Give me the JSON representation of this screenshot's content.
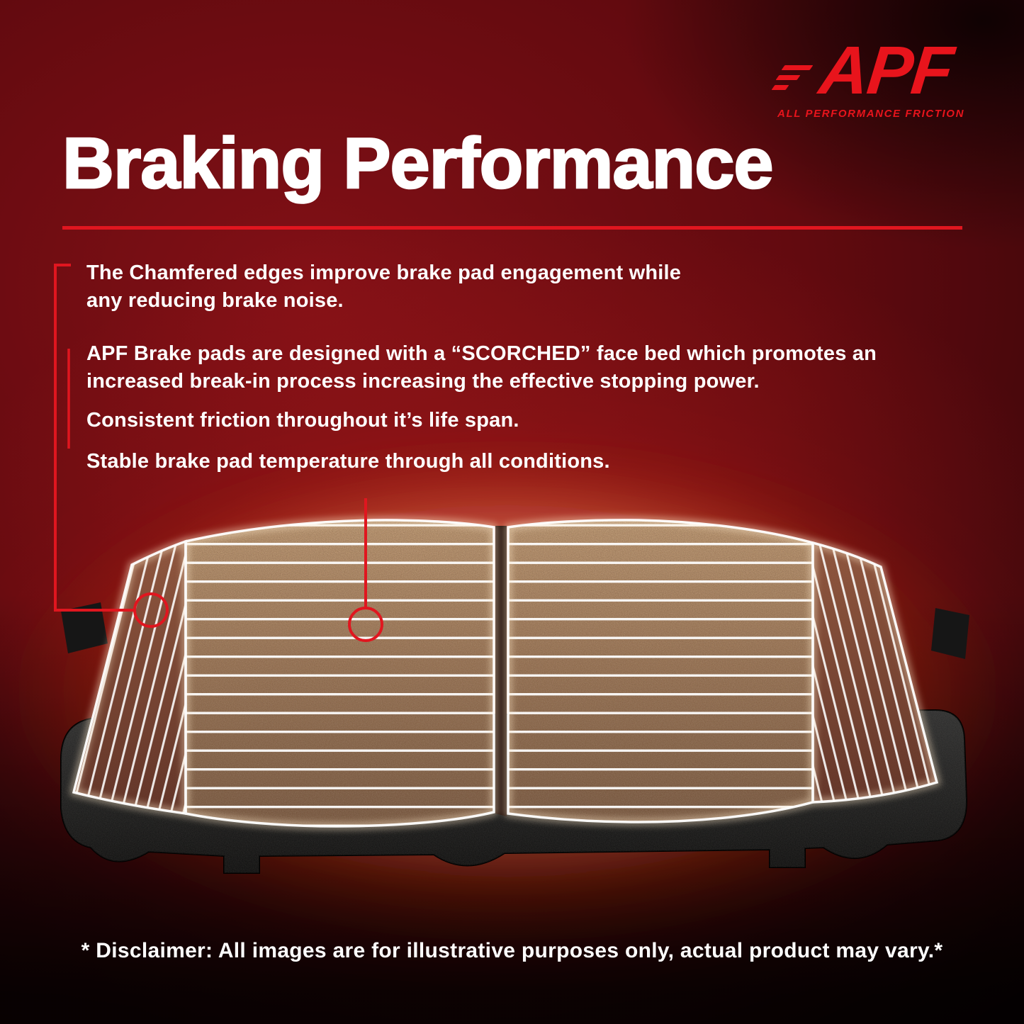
{
  "colors": {
    "accent": "#e0161f",
    "logo_red": "#e8141c",
    "title_color": "#ffffff"
  },
  "logo": {
    "brand": "APF",
    "tagline": "ALL PERFORMANCE FRICTION"
  },
  "header": {
    "title": "Braking Performance"
  },
  "features": [
    "The Chamfered edges improve brake pad engagement while any reducing brake noise.",
    "APF Brake pads are designed with a “SCORCHED” face bed which promotes an increased break-in process increasing the effective stopping power.",
    "Consistent friction throughout it’s life span.",
    "Stable brake pad temperature through all conditions."
  ],
  "diagram": {
    "callouts": [
      {
        "target": "chamfered-edge",
        "marker": "ring"
      },
      {
        "target": "scorched-face-bed",
        "marker": "ring"
      }
    ]
  },
  "icons": {
    "speed_lines": "slanted-bars",
    "callout_marker": "ring"
  },
  "disclaimer": "* Disclaimer: All images are for illustrative purposes only, actual product may vary.*"
}
